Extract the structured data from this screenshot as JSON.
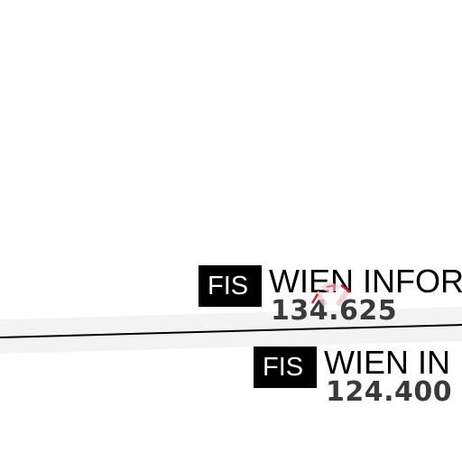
{
  "map": {
    "labels": [
      {
        "type": "FIS",
        "name": "WIEN INFOR",
        "frequency": "134.625"
      },
      {
        "type": "FIS",
        "name": "WIEN IN",
        "frequency": "124.400"
      }
    ],
    "colors": {
      "background": "#ffffff",
      "boundary_line": "#000000",
      "boundary_band": "#f2f2f2",
      "label_box": "#000000",
      "label_box_text": "#ffffff",
      "frequency_text": "#3a3a3a",
      "marker": "#e0202a"
    }
  }
}
